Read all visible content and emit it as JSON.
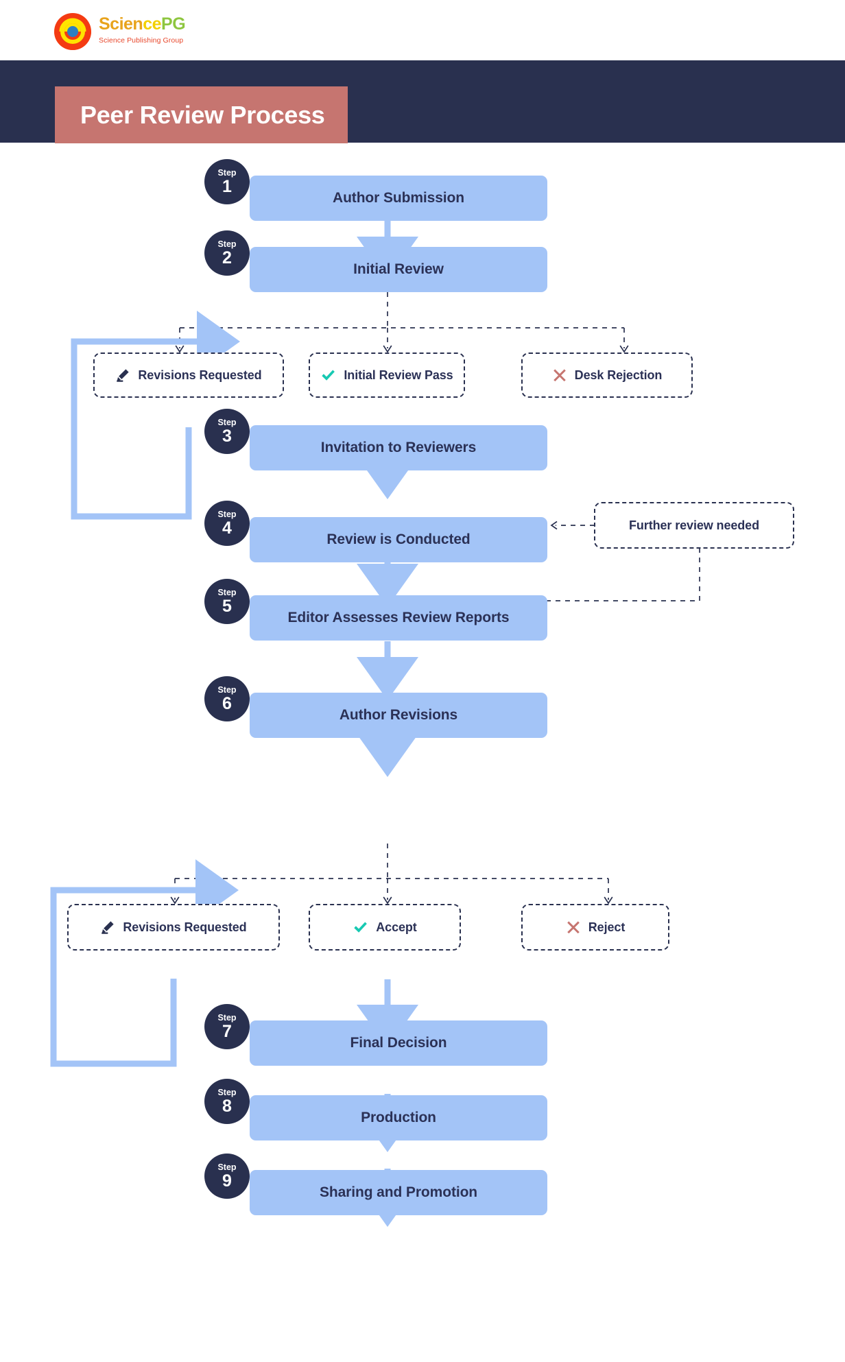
{
  "brand": {
    "name": "SciencePG",
    "tagline": "Science Publishing Group",
    "logo_icon": "sciencepg-logo-icon"
  },
  "header": {
    "title": "Peer Review Process",
    "band_color": "#29304f",
    "title_box_color": "#c67570"
  },
  "colors": {
    "step_fill": "#a3c4f7",
    "badge_fill": "#29304f",
    "text_dark": "#2b3156",
    "arrow_blue": "#a3c4f7",
    "dashed_stroke": "#29304f",
    "check_teal": "#17c9b2",
    "cross_rose": "#c67570"
  },
  "chart_data": {
    "type": "diagram",
    "title": "Peer Review Process",
    "nodes": [
      {
        "id": "s1",
        "kind": "step",
        "step_word": "Step",
        "step_number": "1",
        "label": "Author Submission"
      },
      {
        "id": "s2",
        "kind": "step",
        "step_word": "Step",
        "step_number": "2",
        "label": "Initial Review"
      },
      {
        "id": "d1",
        "kind": "decision",
        "label": "Revisions Requested",
        "icon": "pencil-icon"
      },
      {
        "id": "d2",
        "kind": "decision",
        "label": "Initial Review Pass",
        "icon": "check-icon"
      },
      {
        "id": "d3",
        "kind": "decision",
        "label": "Desk Rejection",
        "icon": "cross-icon"
      },
      {
        "id": "s3",
        "kind": "step",
        "step_word": "Step",
        "step_number": "3",
        "label": "Invitation to Reviewers"
      },
      {
        "id": "s4",
        "kind": "step",
        "step_word": "Step",
        "step_number": "4",
        "label": "Review is Conducted"
      },
      {
        "id": "n1",
        "kind": "note",
        "label": "Further review needed"
      },
      {
        "id": "s5",
        "kind": "step",
        "step_word": "Step",
        "step_number": "5",
        "label": "Editor Assesses Review Reports"
      },
      {
        "id": "s6",
        "kind": "step",
        "step_word": "Step",
        "step_number": "6",
        "label": "Author Revisions"
      },
      {
        "id": "d4",
        "kind": "decision",
        "label": "Revisions Requested",
        "icon": "pencil-icon"
      },
      {
        "id": "d5",
        "kind": "decision",
        "label": "Accept",
        "icon": "check-icon"
      },
      {
        "id": "d6",
        "kind": "decision",
        "label": "Reject",
        "icon": "cross-icon"
      },
      {
        "id": "s7",
        "kind": "step",
        "step_word": "Step",
        "step_number": "7",
        "label": "Final Decision"
      },
      {
        "id": "s8",
        "kind": "step",
        "step_word": "Step",
        "step_number": "8",
        "label": "Production"
      },
      {
        "id": "s9",
        "kind": "step",
        "step_word": "Step",
        "step_number": "9",
        "label": "Sharing and Promotion"
      }
    ],
    "edges": [
      {
        "from": "s1",
        "to": "s2",
        "style": "solid-blue"
      },
      {
        "from": "s2",
        "to": "d1",
        "style": "dashed"
      },
      {
        "from": "s2",
        "to": "d2",
        "style": "dashed"
      },
      {
        "from": "s2",
        "to": "d3",
        "style": "dashed"
      },
      {
        "from": "d1",
        "to": "s2",
        "style": "solid-blue-loop"
      },
      {
        "from": "d2",
        "to": "s3",
        "style": "solid-blue"
      },
      {
        "from": "s3",
        "to": "s4",
        "style": "solid-blue"
      },
      {
        "from": "n1",
        "to": "s4",
        "style": "dashed"
      },
      {
        "from": "s4",
        "to": "s5",
        "style": "solid-blue"
      },
      {
        "from": "s5",
        "to": "n1",
        "style": "dashed"
      },
      {
        "from": "s5",
        "to": "s6",
        "style": "solid-blue"
      },
      {
        "from": "s6",
        "to": "d4",
        "style": "dashed"
      },
      {
        "from": "s6",
        "to": "d5",
        "style": "dashed"
      },
      {
        "from": "s6",
        "to": "d6",
        "style": "dashed"
      },
      {
        "from": "d4",
        "to": "s6",
        "style": "solid-blue-loop"
      },
      {
        "from": "d5",
        "to": "s7",
        "style": "solid-blue"
      },
      {
        "from": "s7",
        "to": "s8",
        "style": "solid-blue"
      },
      {
        "from": "s8",
        "to": "s9",
        "style": "solid-blue"
      }
    ]
  }
}
